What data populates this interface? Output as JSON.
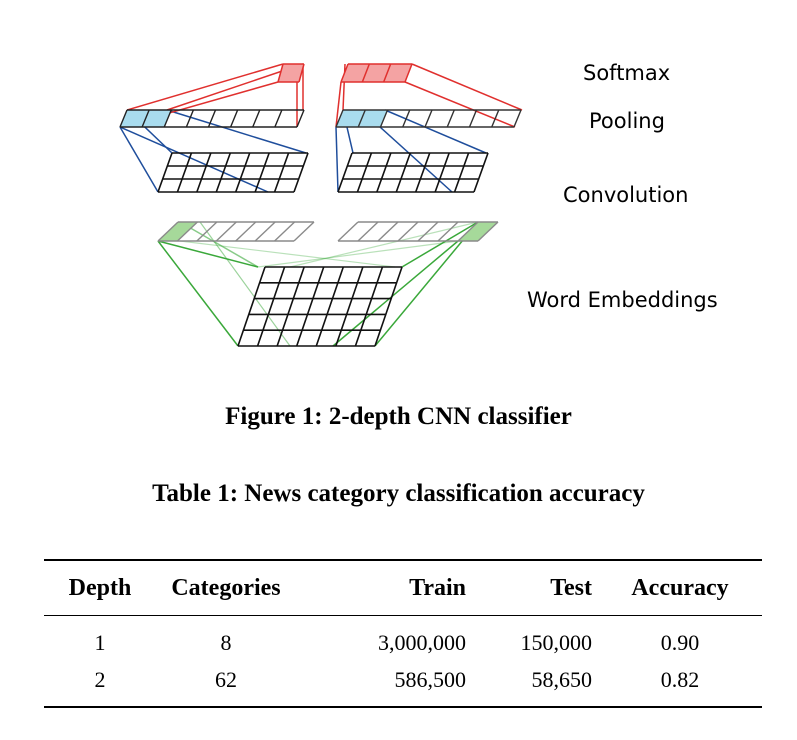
{
  "figure": {
    "labels": {
      "softmax": "Softmax",
      "pooling": "Pooling",
      "convolution": "Convolution",
      "embeddings": "Word Embeddings"
    },
    "caption": "Figure 1: 2-depth CNN classifier",
    "colors": {
      "softmax": "#e0302e",
      "pooling_highlight": "#a9dcee",
      "convolution_lines": "#1f4e9c",
      "embedding_lines": "#3aa83a",
      "embedding_highlight": "#a6d99a",
      "softmax_highlight": "#f4a3a3",
      "faded_grid": "#8a8a8a"
    }
  },
  "table": {
    "caption": "Table 1: News category classification accuracy",
    "headers": [
      "Depth",
      "Categories",
      "Train",
      "Test",
      "Accuracy"
    ],
    "rows": [
      [
        "1",
        "8",
        "3,000,000",
        "150,000",
        "0.90"
      ],
      [
        "2",
        "62",
        "586,500",
        "58,650",
        "0.82"
      ]
    ]
  }
}
